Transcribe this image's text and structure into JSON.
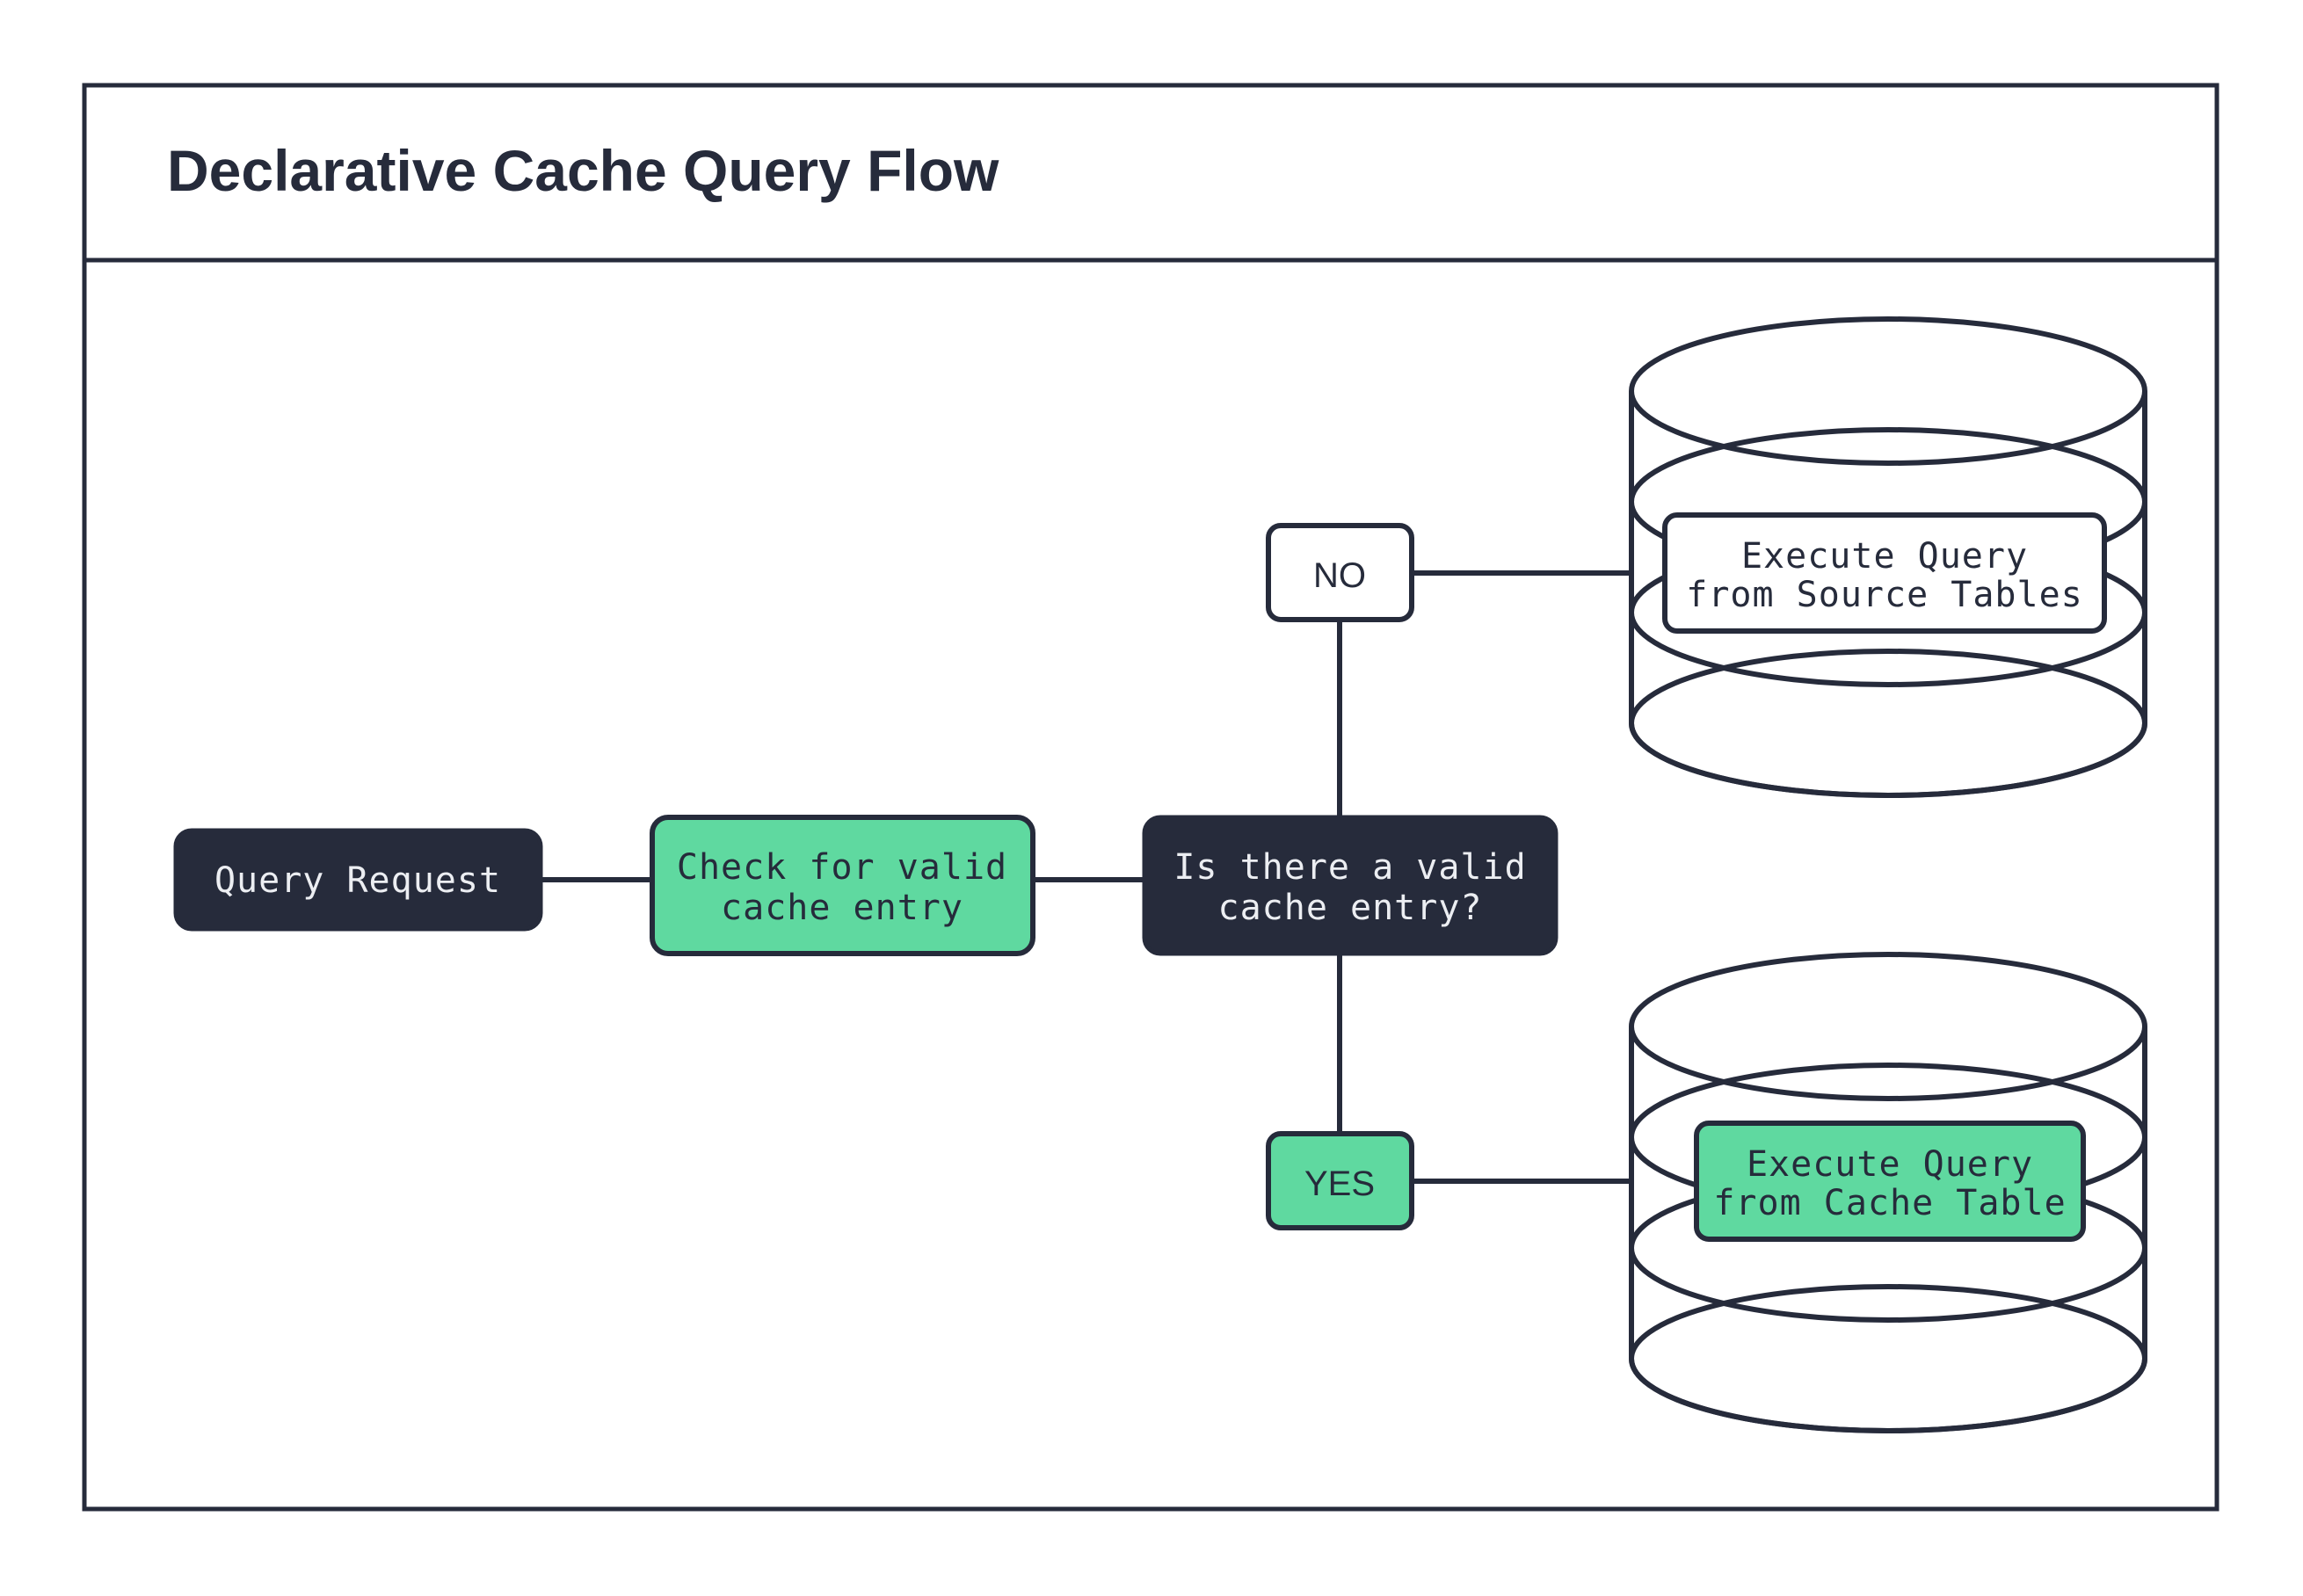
{
  "header": {
    "title": "Declarative Cache Query Flow"
  },
  "colors": {
    "ink": "#262b3b",
    "green": "#5fd9a0",
    "white": "#ffffff"
  },
  "flow": {
    "start_node": {
      "label": "Query Request",
      "style": "dark"
    },
    "process_node": {
      "line1": "Check for valid",
      "line2": "cache entry",
      "style": "green"
    },
    "decision_node": {
      "line1": "Is there a valid",
      "line2": "cache entry?",
      "style": "dark"
    },
    "branch_no": {
      "label": "NO",
      "style": "white"
    },
    "branch_yes": {
      "label": "YES",
      "style": "green"
    },
    "source_db": {
      "label_line1": "Execute Query",
      "label_line2": "from Source Tables",
      "style": "white",
      "shape": "database-cylinder"
    },
    "cache_db": {
      "label_line1": "Execute Query",
      "label_line2": "from Cache Table",
      "style": "green",
      "shape": "database-cylinder"
    }
  }
}
